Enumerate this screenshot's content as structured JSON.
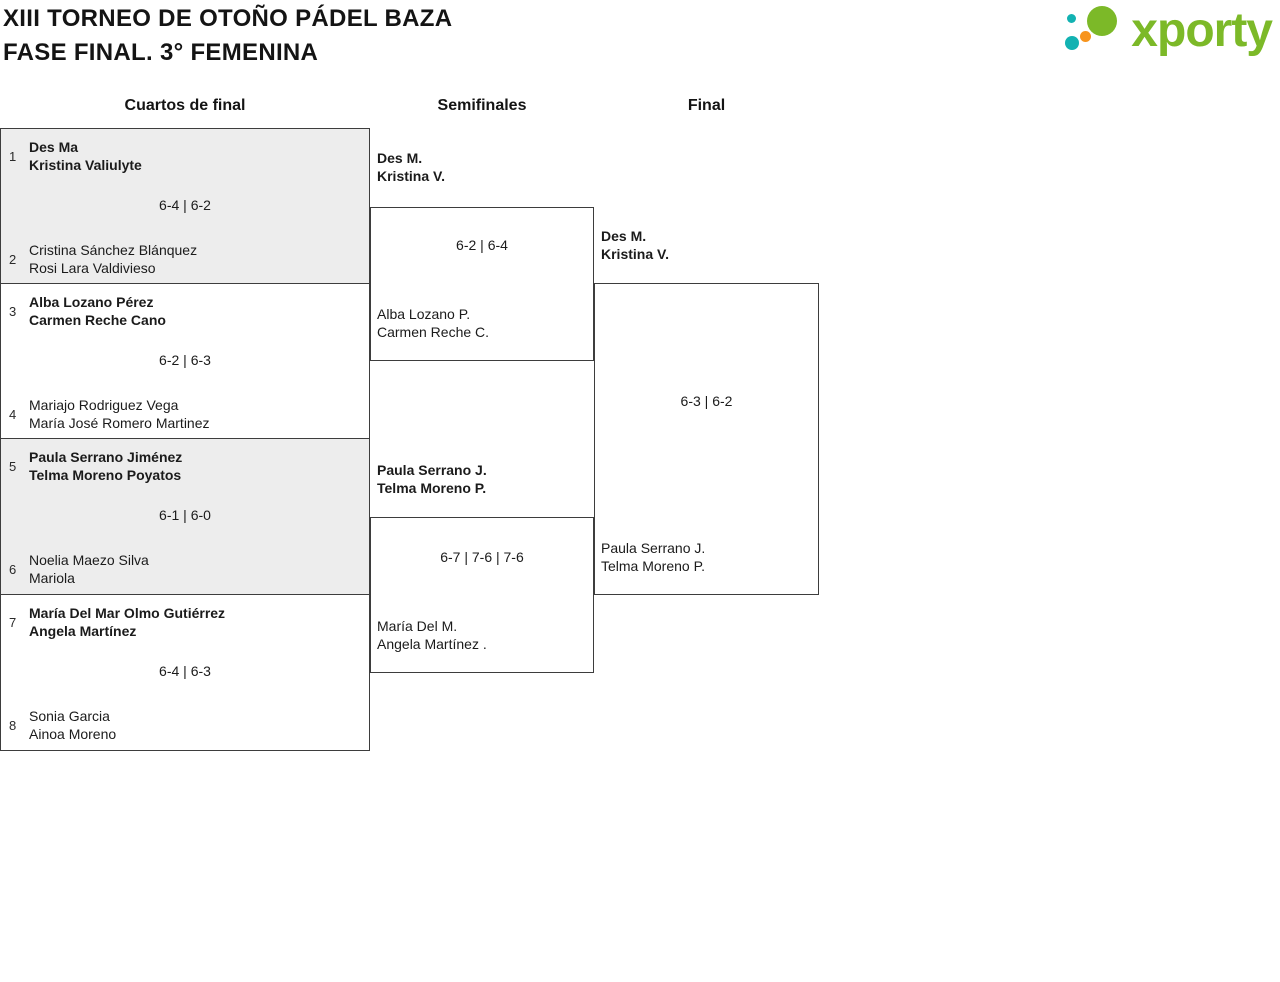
{
  "header": {
    "title_line1": "XIII TORNEO DE OTOÑO PÁDEL BAZA",
    "title_line2": "FASE FINAL. 3° FEMENINA",
    "logo_text": "xporty"
  },
  "columns": {
    "quarterfinals_label": "Cuartos de final",
    "semifinals_label": "Semifinales",
    "final_label": "Final"
  },
  "colors": {
    "shaded_match_bg": "#ededed",
    "border": "#3d3d3d",
    "logo_green": "#7cb928",
    "logo_teal": "#12b2b2",
    "logo_orange": "#f7941d"
  },
  "quarterfinals": [
    {
      "seed_top": "1",
      "team_top": [
        "Des Ma",
        "Kristina Valiulyte"
      ],
      "top_winner": true,
      "score": "6-4 | 6-2",
      "seed_bottom": "2",
      "team_bottom": [
        "Cristina Sánchez Blánquez",
        "Rosi Lara Valdivieso"
      ],
      "bottom_winner": false
    },
    {
      "seed_top": "3",
      "team_top": [
        "Alba Lozano Pérez",
        "Carmen Reche Cano"
      ],
      "top_winner": true,
      "score": "6-2 | 6-3",
      "seed_bottom": "4",
      "team_bottom": [
        "Mariajo Rodriguez Vega",
        "María José Romero Martinez"
      ],
      "bottom_winner": false
    },
    {
      "seed_top": "5",
      "team_top": [
        "Paula Serrano Jiménez",
        "Telma Moreno Poyatos"
      ],
      "top_winner": true,
      "score": "6-1 | 6-0",
      "seed_bottom": "6",
      "team_bottom": [
        "Noelia Maezo Silva",
        "Mariola"
      ],
      "bottom_winner": false
    },
    {
      "seed_top": "7",
      "team_top": [
        "María Del Mar Olmo Gutiérrez",
        "Angela Martínez"
      ],
      "top_winner": true,
      "score": "6-4 | 6-3",
      "seed_bottom": "8",
      "team_bottom": [
        "Sonia Garcia",
        "Ainoa Moreno"
      ],
      "bottom_winner": false
    }
  ],
  "semifinals": [
    {
      "team_top": [
        "Des M.",
        "Kristina V."
      ],
      "top_winner": true,
      "score": "6-2 | 6-4",
      "team_bottom": [
        "Alba Lozano P.",
        "Carmen Reche C."
      ],
      "bottom_winner": false
    },
    {
      "team_top": [
        "Paula Serrano J.",
        "Telma Moreno P."
      ],
      "top_winner": true,
      "score": "6-7 | 7-6 | 7-6",
      "team_bottom": [
        "María Del M.",
        "Angela Martínez ."
      ],
      "bottom_winner": false
    }
  ],
  "final": {
    "team_top": [
      "Des M.",
      "Kristina V."
    ],
    "top_winner": true,
    "score": "6-3 | 6-2",
    "team_bottom": [
      "Paula Serrano J.",
      "Telma Moreno P."
    ],
    "bottom_winner": false
  }
}
